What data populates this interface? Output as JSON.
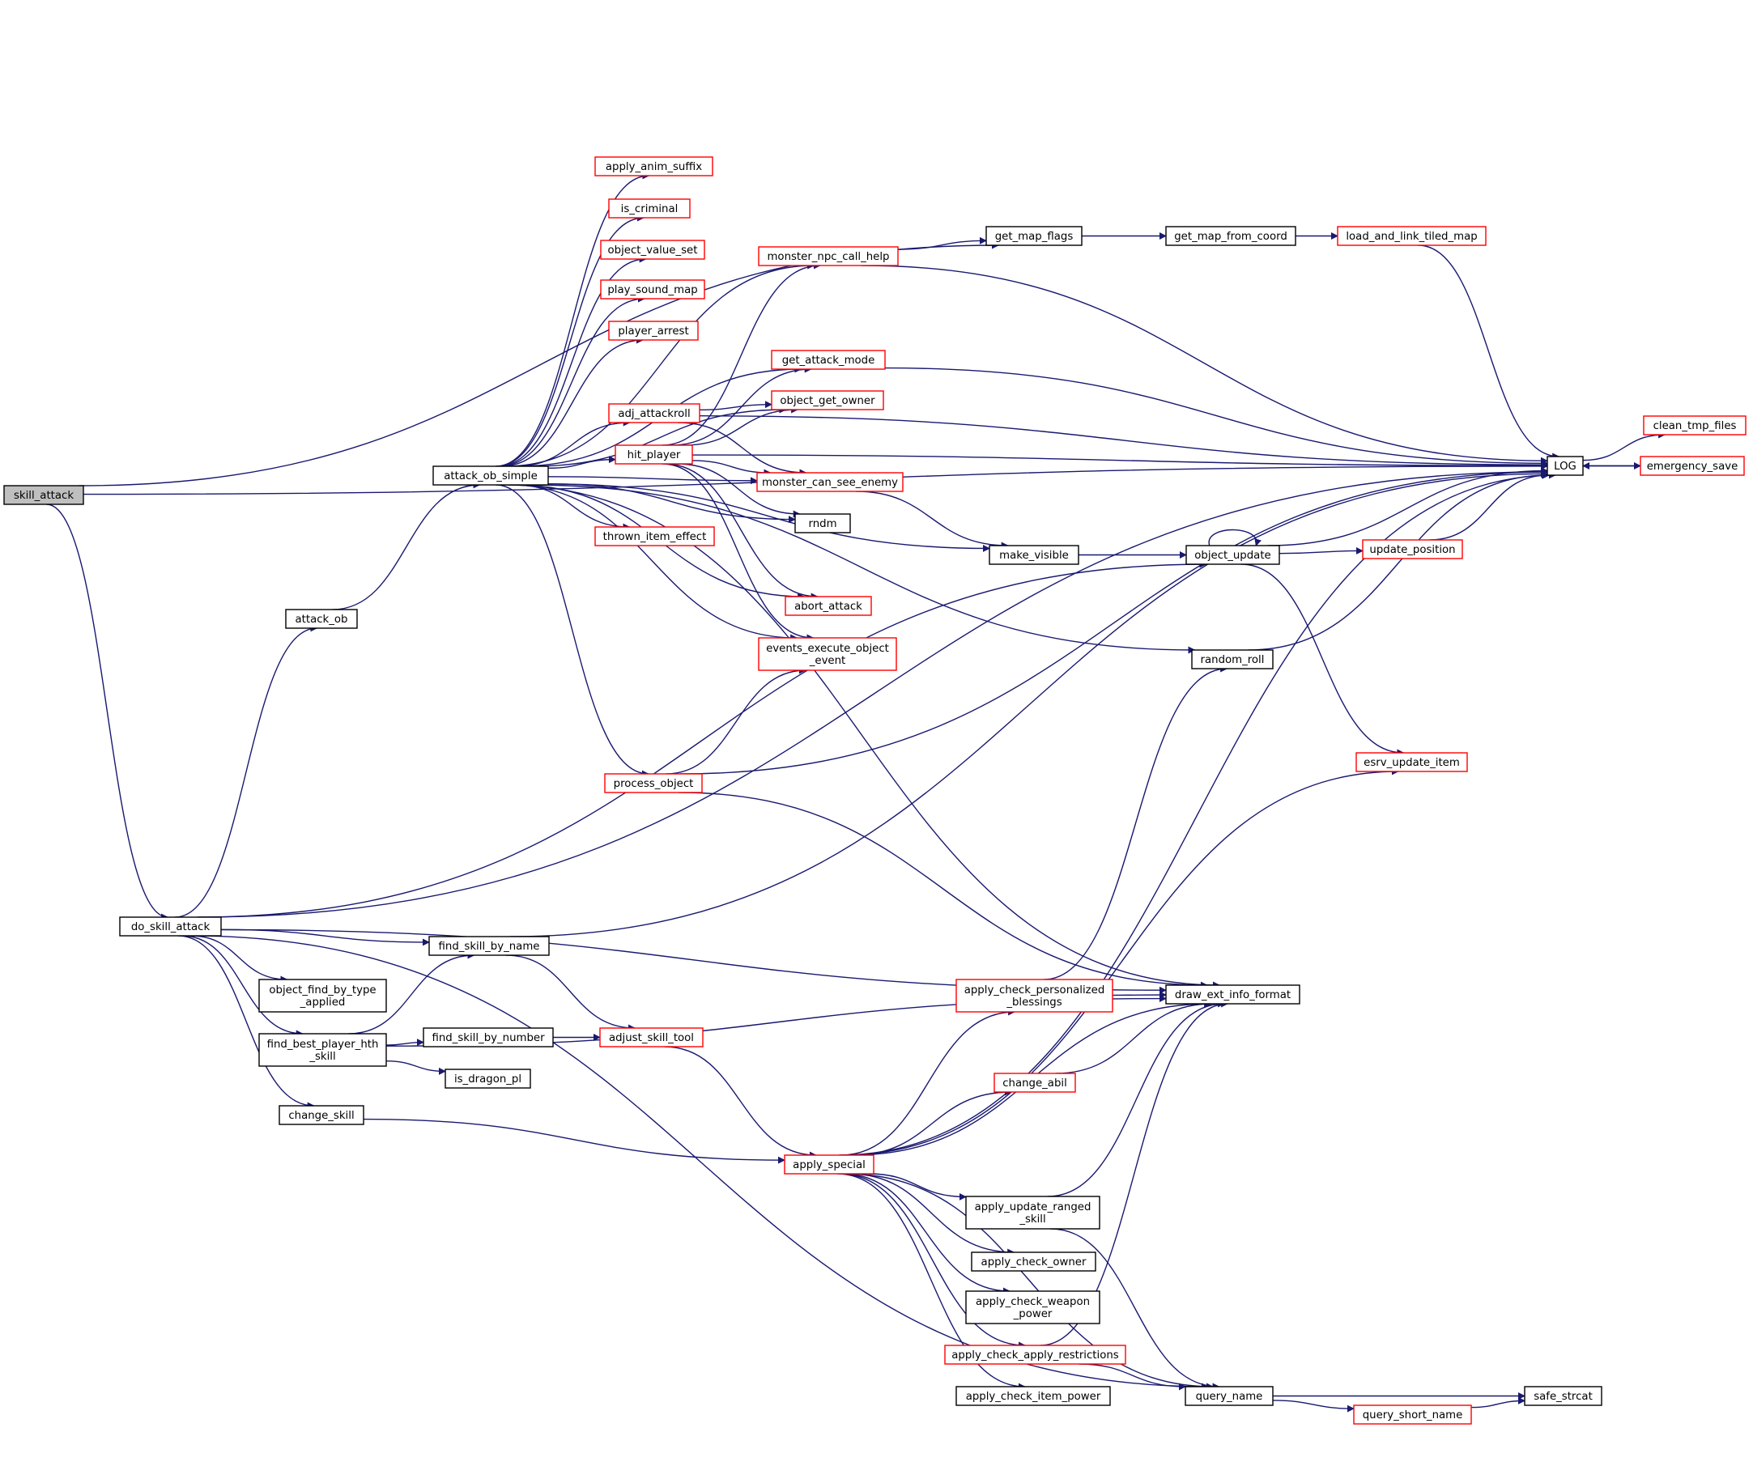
{
  "graph": {
    "edge_color": "#191970",
    "node_border_default": "#000000",
    "node_border_truncated": "#ff0000",
    "root_fill": "#bfbfbf",
    "nodes": [
      {
        "id": "skill_attack",
        "lines": [
          "skill_attack"
        ],
        "style": "root"
      },
      {
        "id": "do_skill_attack",
        "lines": [
          "do_skill_attack"
        ],
        "style": "normal"
      },
      {
        "id": "attack_ob",
        "lines": [
          "attack_ob"
        ],
        "style": "normal"
      },
      {
        "id": "attack_ob_simple",
        "lines": [
          "attack_ob_simple"
        ],
        "style": "normal"
      },
      {
        "id": "apply_anim_suffix",
        "lines": [
          "apply_anim_suffix"
        ],
        "style": "truncated"
      },
      {
        "id": "is_criminal",
        "lines": [
          "is_criminal"
        ],
        "style": "truncated"
      },
      {
        "id": "object_value_set",
        "lines": [
          "object_value_set"
        ],
        "style": "truncated"
      },
      {
        "id": "play_sound_map",
        "lines": [
          "play_sound_map"
        ],
        "style": "truncated"
      },
      {
        "id": "player_arrest",
        "lines": [
          "player_arrest"
        ],
        "style": "truncated"
      },
      {
        "id": "adj_attackroll",
        "lines": [
          "adj_attackroll"
        ],
        "style": "truncated"
      },
      {
        "id": "hit_player",
        "lines": [
          "hit_player"
        ],
        "style": "truncated"
      },
      {
        "id": "thrown_item_effect",
        "lines": [
          "thrown_item_effect"
        ],
        "style": "truncated"
      },
      {
        "id": "process_object",
        "lines": [
          "process_object"
        ],
        "style": "truncated"
      },
      {
        "id": "monster_npc_call_help",
        "lines": [
          "monster_npc_call_help"
        ],
        "style": "truncated"
      },
      {
        "id": "get_attack_mode",
        "lines": [
          "get_attack_mode"
        ],
        "style": "truncated"
      },
      {
        "id": "object_get_owner",
        "lines": [
          "object_get_owner"
        ],
        "style": "truncated"
      },
      {
        "id": "monster_can_see_enemy",
        "lines": [
          "monster_can_see_enemy"
        ],
        "style": "truncated"
      },
      {
        "id": "rndm",
        "lines": [
          "rndm"
        ],
        "style": "normal"
      },
      {
        "id": "abort_attack",
        "lines": [
          "abort_attack"
        ],
        "style": "truncated"
      },
      {
        "id": "events_execute_object_event",
        "lines": [
          "events_execute_object",
          "_event"
        ],
        "style": "truncated"
      },
      {
        "id": "get_map_flags",
        "lines": [
          "get_map_flags"
        ],
        "style": "normal"
      },
      {
        "id": "get_map_from_coord",
        "lines": [
          "get_map_from_coord"
        ],
        "style": "normal"
      },
      {
        "id": "load_and_link_tiled_map",
        "lines": [
          "load_and_link_tiled_map"
        ],
        "style": "truncated"
      },
      {
        "id": "make_visible",
        "lines": [
          "make_visible"
        ],
        "style": "normal"
      },
      {
        "id": "object_update",
        "lines": [
          "object_update"
        ],
        "style": "normal"
      },
      {
        "id": "update_position",
        "lines": [
          "update_position"
        ],
        "style": "truncated"
      },
      {
        "id": "random_roll",
        "lines": [
          "random_roll"
        ],
        "style": "normal"
      },
      {
        "id": "esrv_update_item",
        "lines": [
          "esrv_update_item"
        ],
        "style": "truncated"
      },
      {
        "id": "LOG",
        "lines": [
          "LOG"
        ],
        "style": "normal"
      },
      {
        "id": "clean_tmp_files",
        "lines": [
          "clean_tmp_files"
        ],
        "style": "truncated"
      },
      {
        "id": "emergency_save",
        "lines": [
          "emergency_save"
        ],
        "style": "truncated"
      },
      {
        "id": "find_skill_by_name",
        "lines": [
          "find_skill_by_name"
        ],
        "style": "normal"
      },
      {
        "id": "object_find_by_type_applied",
        "lines": [
          "object_find_by_type",
          "_applied"
        ],
        "style": "normal"
      },
      {
        "id": "find_best_player_hth_skill",
        "lines": [
          "find_best_player_hth",
          "_skill"
        ],
        "style": "normal"
      },
      {
        "id": "find_skill_by_number",
        "lines": [
          "find_skill_by_number"
        ],
        "style": "normal"
      },
      {
        "id": "is_dragon_pl",
        "lines": [
          "is_dragon_pl"
        ],
        "style": "normal"
      },
      {
        "id": "change_skill",
        "lines": [
          "change_skill"
        ],
        "style": "normal"
      },
      {
        "id": "adjust_skill_tool",
        "lines": [
          "adjust_skill_tool"
        ],
        "style": "truncated"
      },
      {
        "id": "apply_special",
        "lines": [
          "apply_special"
        ],
        "style": "truncated"
      },
      {
        "id": "apply_check_personalized_blessings",
        "lines": [
          "apply_check_personalized",
          "_blessings"
        ],
        "style": "truncated"
      },
      {
        "id": "draw_ext_info_format",
        "lines": [
          "draw_ext_info_format"
        ],
        "style": "normal"
      },
      {
        "id": "change_abil",
        "lines": [
          "change_abil"
        ],
        "style": "truncated"
      },
      {
        "id": "apply_update_ranged_skill",
        "lines": [
          "apply_update_ranged",
          "_skill"
        ],
        "style": "normal"
      },
      {
        "id": "apply_check_owner",
        "lines": [
          "apply_check_owner"
        ],
        "style": "normal"
      },
      {
        "id": "apply_check_weapon_power",
        "lines": [
          "apply_check_weapon",
          "_power"
        ],
        "style": "normal"
      },
      {
        "id": "apply_check_apply_restrictions",
        "lines": [
          "apply_check_apply_restrictions"
        ],
        "style": "truncated"
      },
      {
        "id": "apply_check_item_power",
        "lines": [
          "apply_check_item_power"
        ],
        "style": "normal"
      },
      {
        "id": "query_name",
        "lines": [
          "query_name"
        ],
        "style": "normal"
      },
      {
        "id": "query_short_name",
        "lines": [
          "query_short_name"
        ],
        "style": "truncated"
      },
      {
        "id": "safe_strcat",
        "lines": [
          "safe_strcat"
        ],
        "style": "normal"
      }
    ],
    "edges": [
      [
        "skill_attack",
        "do_skill_attack"
      ],
      [
        "skill_attack",
        "get_map_flags"
      ],
      [
        "skill_attack",
        "LOG"
      ],
      [
        "do_skill_attack",
        "attack_ob"
      ],
      [
        "do_skill_attack",
        "object_update"
      ],
      [
        "do_skill_attack",
        "LOG"
      ],
      [
        "do_skill_attack",
        "draw_ext_info_format"
      ],
      [
        "do_skill_attack",
        "find_skill_by_name"
      ],
      [
        "do_skill_attack",
        "object_find_by_type_applied"
      ],
      [
        "do_skill_attack",
        "find_best_player_hth_skill"
      ],
      [
        "do_skill_attack",
        "change_skill"
      ],
      [
        "do_skill_attack",
        "query_name"
      ],
      [
        "attack_ob",
        "attack_ob_simple"
      ],
      [
        "attack_ob_simple",
        "apply_anim_suffix"
      ],
      [
        "attack_ob_simple",
        "is_criminal"
      ],
      [
        "attack_ob_simple",
        "object_value_set"
      ],
      [
        "attack_ob_simple",
        "play_sound_map"
      ],
      [
        "attack_ob_simple",
        "player_arrest"
      ],
      [
        "attack_ob_simple",
        "adj_attackroll"
      ],
      [
        "attack_ob_simple",
        "hit_player"
      ],
      [
        "attack_ob_simple",
        "thrown_item_effect"
      ],
      [
        "attack_ob_simple",
        "process_object"
      ],
      [
        "attack_ob_simple",
        "monster_npc_call_help"
      ],
      [
        "attack_ob_simple",
        "get_attack_mode"
      ],
      [
        "attack_ob_simple",
        "object_get_owner"
      ],
      [
        "attack_ob_simple",
        "monster_can_see_enemy"
      ],
      [
        "attack_ob_simple",
        "rndm"
      ],
      [
        "attack_ob_simple",
        "abort_attack"
      ],
      [
        "attack_ob_simple",
        "events_execute_object_event"
      ],
      [
        "attack_ob_simple",
        "make_visible"
      ],
      [
        "attack_ob_simple",
        "random_roll"
      ],
      [
        "attack_ob_simple",
        "draw_ext_info_format"
      ],
      [
        "adj_attackroll",
        "object_get_owner"
      ],
      [
        "adj_attackroll",
        "monster_can_see_enemy"
      ],
      [
        "adj_attackroll",
        "LOG"
      ],
      [
        "hit_player",
        "monster_npc_call_help"
      ],
      [
        "hit_player",
        "get_attack_mode"
      ],
      [
        "hit_player",
        "object_get_owner"
      ],
      [
        "hit_player",
        "monster_can_see_enemy"
      ],
      [
        "hit_player",
        "rndm"
      ],
      [
        "hit_player",
        "abort_attack"
      ],
      [
        "hit_player",
        "events_execute_object_event"
      ],
      [
        "hit_player",
        "LOG"
      ],
      [
        "process_object",
        "events_execute_object_event"
      ],
      [
        "process_object",
        "LOG"
      ],
      [
        "process_object",
        "draw_ext_info_format"
      ],
      [
        "monster_npc_call_help",
        "get_map_flags"
      ],
      [
        "monster_npc_call_help",
        "LOG"
      ],
      [
        "get_attack_mode",
        "LOG"
      ],
      [
        "monster_can_see_enemy",
        "make_visible"
      ],
      [
        "get_map_flags",
        "get_map_from_coord"
      ],
      [
        "get_map_from_coord",
        "load_and_link_tiled_map"
      ],
      [
        "load_and_link_tiled_map",
        "LOG"
      ],
      [
        "make_visible",
        "object_update"
      ],
      [
        "object_update",
        "object_update"
      ],
      [
        "object_update",
        "update_position"
      ],
      [
        "object_update",
        "LOG"
      ],
      [
        "object_update",
        "esrv_update_item"
      ],
      [
        "update_position",
        "LOG"
      ],
      [
        "random_roll",
        "LOG"
      ],
      [
        "LOG",
        "clean_tmp_files"
      ],
      [
        "LOG",
        "emergency_save"
      ],
      [
        "emergency_save",
        "LOG"
      ],
      [
        "find_skill_by_name",
        "LOG"
      ],
      [
        "find_skill_by_name",
        "adjust_skill_tool"
      ],
      [
        "find_best_player_hth_skill",
        "find_skill_by_name"
      ],
      [
        "find_best_player_hth_skill",
        "draw_ext_info_format"
      ],
      [
        "find_best_player_hth_skill",
        "find_skill_by_number"
      ],
      [
        "find_best_player_hth_skill",
        "is_dragon_pl"
      ],
      [
        "find_skill_by_number",
        "adjust_skill_tool"
      ],
      [
        "change_skill",
        "apply_special"
      ],
      [
        "adjust_skill_tool",
        "apply_special"
      ],
      [
        "apply_special",
        "apply_check_personalized_blessings"
      ],
      [
        "apply_special",
        "draw_ext_info_format"
      ],
      [
        "apply_special",
        "change_abil"
      ],
      [
        "apply_special",
        "esrv_update_item"
      ],
      [
        "apply_special",
        "LOG"
      ],
      [
        "apply_special",
        "apply_update_ranged_skill"
      ],
      [
        "apply_special",
        "apply_check_owner"
      ],
      [
        "apply_special",
        "apply_check_weapon_power"
      ],
      [
        "apply_special",
        "apply_check_apply_restrictions"
      ],
      [
        "apply_special",
        "apply_check_item_power"
      ],
      [
        "apply_special",
        "query_name"
      ],
      [
        "apply_check_personalized_blessings",
        "draw_ext_info_format"
      ],
      [
        "apply_check_personalized_blessings",
        "random_roll"
      ],
      [
        "change_abil",
        "draw_ext_info_format"
      ],
      [
        "apply_update_ranged_skill",
        "draw_ext_info_format"
      ],
      [
        "apply_update_ranged_skill",
        "query_name"
      ],
      [
        "apply_check_apply_restrictions",
        "draw_ext_info_format"
      ],
      [
        "apply_check_apply_restrictions",
        "query_name"
      ],
      [
        "query_name",
        "safe_strcat"
      ],
      [
        "query_name",
        "query_short_name"
      ],
      [
        "query_short_name",
        "safe_strcat"
      ]
    ]
  }
}
